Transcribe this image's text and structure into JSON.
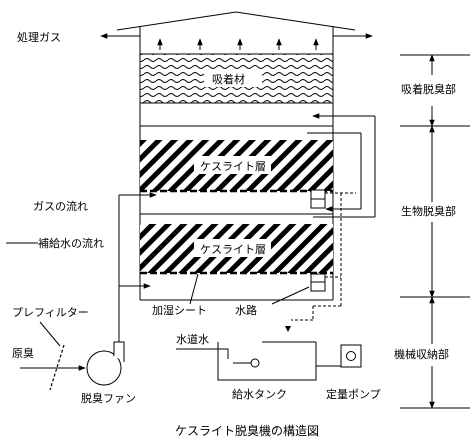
{
  "labels": {
    "treated_gas": "処理ガス",
    "adsorbent": "吸着材",
    "kesulite_upper": "ケスライト層",
    "kesulite_lower": "ケスライト層",
    "gas_flow": "ガスの流れ",
    "water_flow": "補給水の流れ",
    "humid_sheet": "加湿シート",
    "waterway": "水路",
    "prefilter": "プレフィルター",
    "raw_odor": "原臭",
    "deodor_fan": "脱臭ファン",
    "tap_water": "水道水",
    "supply_tank": "給水タンク",
    "metering_pump": "定量ポンプ",
    "adsorption_section": "吸着脱臭部",
    "bio_section": "生物脱臭部",
    "machine_section": "機械収納部"
  },
  "caption": "ケスライト脱臭機の構造図"
}
